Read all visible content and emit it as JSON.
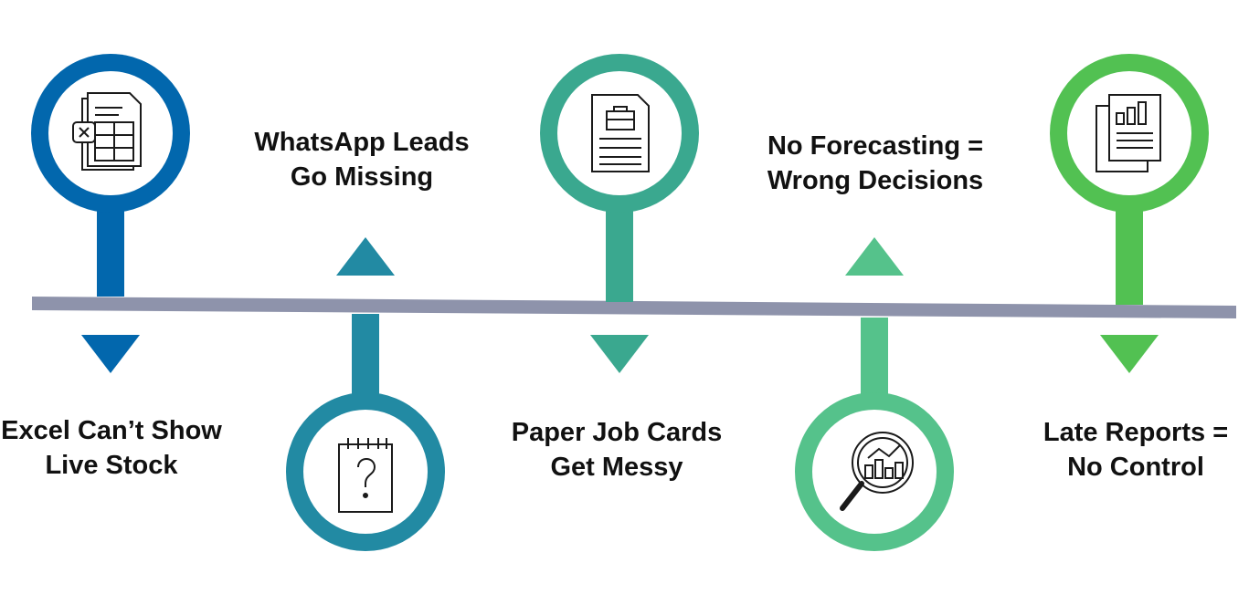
{
  "colors": {
    "axis": "#8e93ab",
    "step1": "#0267ad",
    "step2": "#228aa3",
    "step3": "#3aa88f",
    "step4": "#55c28b",
    "step5": "#52c152",
    "icon_stroke": "#1a1a1a"
  },
  "steps": [
    {
      "icon": "spreadsheet-x-icon",
      "line1": "Excel Can’t Show",
      "line2": "Live Stock"
    },
    {
      "icon": "notepad-question-icon",
      "line1": "WhatsApp Leads",
      "line2": "Go Missing"
    },
    {
      "icon": "job-card-icon",
      "line1": "Paper Job Cards",
      "line2": "Get Messy"
    },
    {
      "icon": "magnifier-chart-icon",
      "line1": "No Forecasting =",
      "line2": "Wrong Decisions"
    },
    {
      "icon": "report-chart-icon",
      "line1": "Late Reports =",
      "line2": "No Control"
    }
  ]
}
